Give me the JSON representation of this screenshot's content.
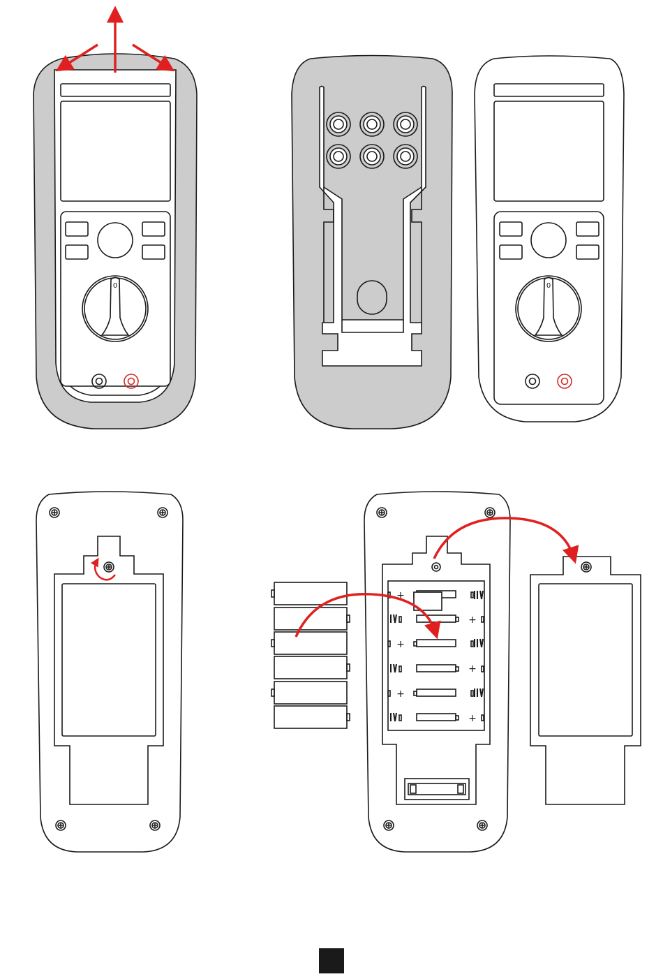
{
  "colors": {
    "outline": "#1a1a1a",
    "holster_fill": "#cccccc",
    "arrow": "#e02020",
    "terminal_red": "#d42a2a",
    "page_marker": "#1a1a1a"
  },
  "page_marker": "",
  "icons": {
    "battery_plus": "+",
    "knob_indicator": "0",
    "screw": "screw-icon"
  },
  "battery_compartment": {
    "rows": 6,
    "loose_batteries": 6
  }
}
